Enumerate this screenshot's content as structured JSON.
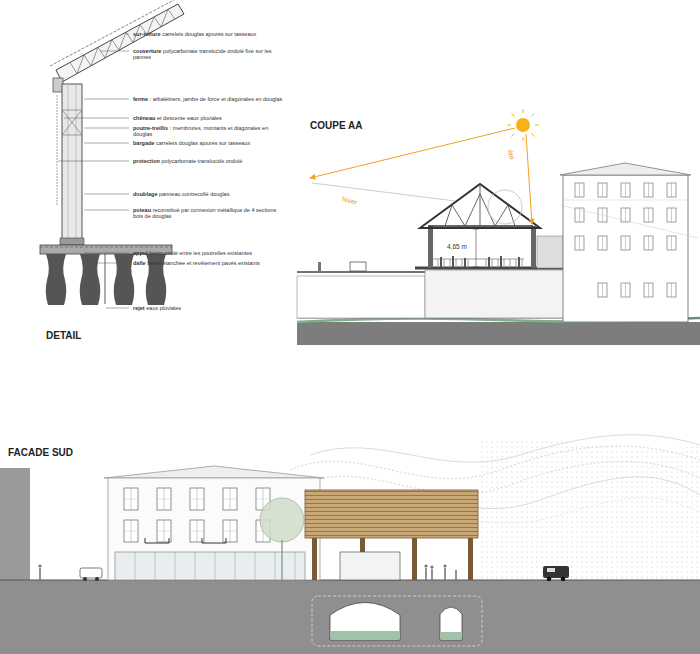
{
  "diagram": {
    "labels": [
      "sur-toiture",
      "carrelets douglas ajourés sur tasseaux",
      "couverture",
      "polycarbonate translucide ondulé fixé sur les pannes",
      "ferme",
      ": arbalétriers, jambe de force et diagonales en douglas",
      "chêneau",
      "et descente eaux pluviales",
      "poutre-treillis",
      ": membrures, montants et diagonales en douglas",
      "bargade",
      "carrelets douglas ajourés sur tasseaux",
      "protection",
      "polycarbonate translucide ondulé",
      "doublage",
      "panneau contrecollé douglas",
      "poteau",
      "reconstitué par connexion métallique de 4 sections bois de douglas",
      "appui",
      "béton coulé entre les poutrelles existantes",
      "dalle",
      "béton étanchée et revêtement pavés existants",
      "rejet",
      "eaux pluviales",
      "DETAIL",
      "COUPE AA",
      "hiver",
      "été",
      "4,65 m",
      "FACADE SUD"
    ]
  }
}
